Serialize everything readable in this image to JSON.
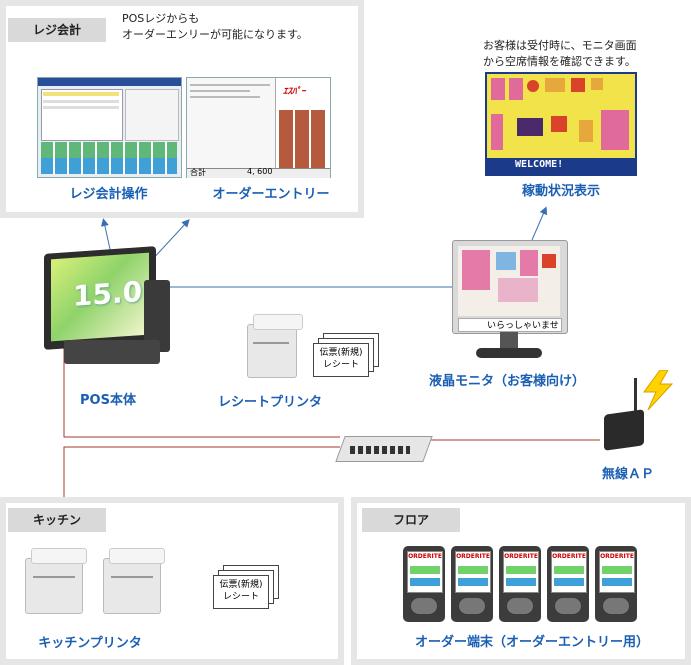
{
  "sections": {
    "register": {
      "tag": "レジ会計",
      "note_line1": "POSレジからも",
      "note_line2": "オーダーエンリーが可能になります。",
      "screen1_label": "レジ会計操作",
      "screen2_label": "オーダーエントリー",
      "screen2_total_label": "合計",
      "screen2_total_value": "4, 600"
    },
    "status": {
      "note_line1": "お客様は受付時に、モニタ画面",
      "note_line2": "から空席情報を確認できます。",
      "label": "稼動状況表示",
      "welcome": "WELCOME!"
    },
    "pos": {
      "label": "POS本体",
      "screen_text": "15.0"
    },
    "receipt_printer": {
      "label": "レシートプリンタ",
      "slip_line1": "伝票(新規)",
      "slip_line2": "レシート"
    },
    "monitor": {
      "label": "液晶モニタ（お客様向け）",
      "screen_text": "いらっしゃいませ"
    },
    "wireless_ap": {
      "label": "無線ＡＰ"
    },
    "kitchen": {
      "tag": "キッチン",
      "label": "キッチンプリンタ",
      "slip_line1": "伝票(新規)",
      "slip_line2": "レシート"
    },
    "floor": {
      "tag": "フロア",
      "label": "オーダー端末（オーダーエントリー用）",
      "terminal_brand": "ORDERITE",
      "terminal_count": 5
    },
    "colors": {
      "label_blue": "#1560bd",
      "wire_blue": "#3a6fb5",
      "wire_red": "#a23a2a",
      "panel_gray": "#e6e6e6",
      "tag_gray": "#d9d9d9",
      "lightning": "#ffd200"
    }
  }
}
